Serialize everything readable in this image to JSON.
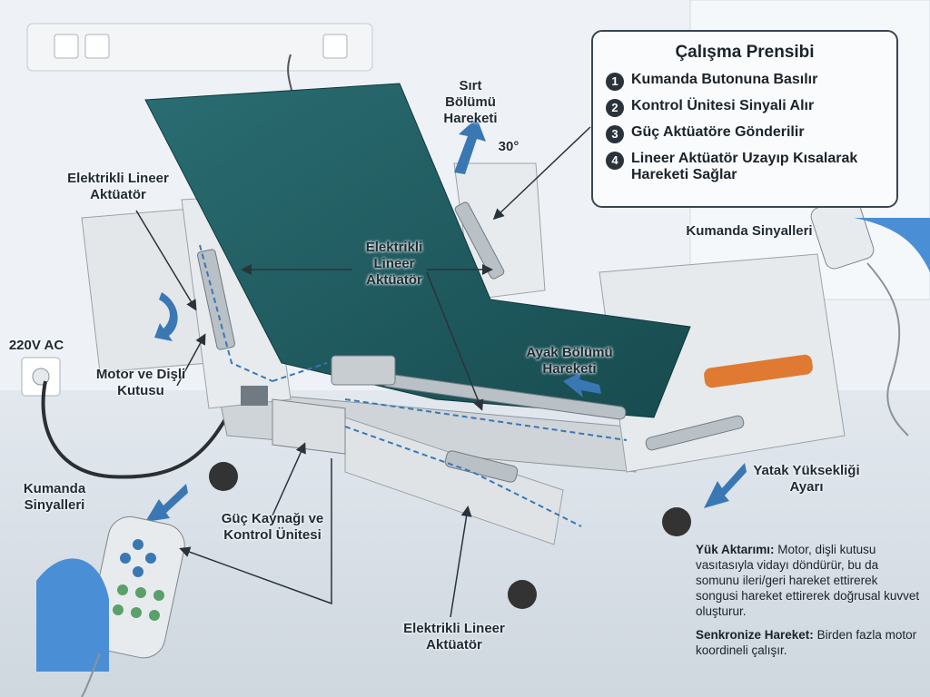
{
  "info_box": {
    "title": "Çalışma Prensibi",
    "steps": [
      {
        "num": "1",
        "text": "Kumanda Butonuna Basılır"
      },
      {
        "num": "2",
        "text": "Kontrol Ünitesi Sinyali Alır"
      },
      {
        "num": "3",
        "text": "Güç Aktüatöre Gönderilir"
      },
      {
        "num": "4",
        "text": "Lineer Aktüatör Uzayıp Kısalarak Hareketi Sağlar"
      }
    ]
  },
  "labels": {
    "back_section_motion": "Sırt Bölümü Hareketi",
    "angle": "30°",
    "actuator_left": "Elektrikli Lineer Aktüatör",
    "actuator_center": "Elektrikli Lineer Aktüatör",
    "actuator_bottom": "Elektrikli Lineer Aktüatör",
    "remote_signals_right": "Kumanda Sinyalleri",
    "remote_signals_left": "Kumanda Sinyalleri",
    "power_220": "220V AC",
    "motor_gearbox": "Motor ve Dişli Kutusu",
    "foot_section_motion": "Ayak Bölümü Hareketi",
    "bed_height": "Yatak Yüksekliği Ayarı",
    "power_control_unit": "Güç Kaynağı ve Kontrol Ünitesi"
  },
  "notes": {
    "load_title": "Yük Aktarımı:",
    "load_text": "Motor, dişli kutusu vasıtasıyla vidayı döndürür, bu da somunu ileri/geri hareket ettirerek songusi hareket ettirerek doğrusal kuvvet oluşturur.",
    "sync_title": "Senkronize Hareket:",
    "sync_text": "Birden fazla motor koordineli çalışır."
  },
  "colors": {
    "mattress": "#1f5f63",
    "frame": "#d9dde0",
    "accent_arrow": "#3a78b4",
    "reflector": "#e07a32",
    "glove": "#4a8fd6"
  }
}
